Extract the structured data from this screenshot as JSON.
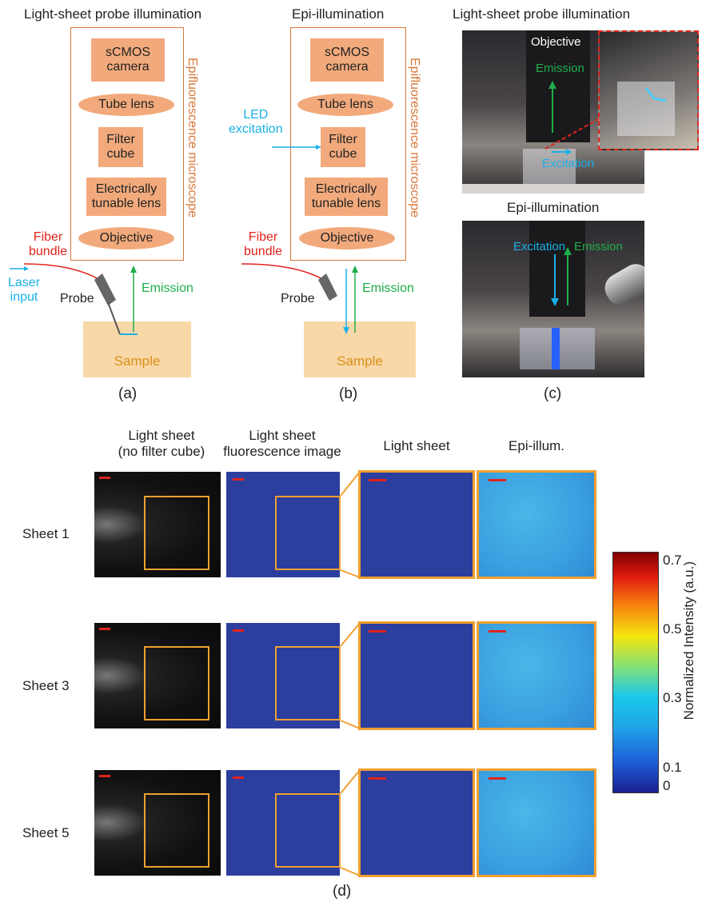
{
  "panel_a": {
    "title": "Light-sheet probe illumination",
    "components": [
      "sCMOS\ncamera",
      "Tube lens",
      "Filter\ncube",
      "Electrically\ntunable lens",
      "Objective"
    ],
    "microscope_label": "Epifluorescence microscope",
    "fiber_label": "Fiber\nbundle",
    "laser_label": "Laser\ninput",
    "probe_label": "Probe",
    "emission_label": "Emission",
    "sample_label": "Sample",
    "letter": "(a)"
  },
  "panel_b": {
    "title": "Epi-illumination",
    "components": [
      "sCMOS\ncamera",
      "Tube lens",
      "Filter\ncube",
      "Electrically\ntunable lens",
      "Objective"
    ],
    "microscope_label": "Epifluorescence microscope",
    "led_label": "LED\nexcitation",
    "fiber_label": "Fiber\nbundle",
    "probe_label": "Probe",
    "emission_label": "Emission",
    "sample_label": "Sample",
    "letter": "(b)"
  },
  "panel_c": {
    "title_top": "Light-sheet probe illumination",
    "objective_label": "Objective",
    "emission_label": "Emission",
    "excitation_label": "Excitation",
    "title_bottom": "Epi-illumination",
    "excitation_label_2": "Excitation",
    "emission_label_2": "Emission",
    "letter": "(c)"
  },
  "panel_d": {
    "columns": [
      "Light sheet\n(no filter cube)",
      "Light sheet\nfluorescence image",
      "Light sheet",
      "Epi-illum."
    ],
    "rows": [
      "Sheet 1",
      "Sheet 3",
      "Sheet 5"
    ],
    "colorbar": {
      "label": "Normalized Intensity (a.u.)",
      "ticks": [
        "0.7",
        "0.5",
        "0.3",
        "0.1",
        "0"
      ]
    },
    "letter": "(d)"
  },
  "colors": {
    "orange_frame": "#f0a030",
    "component_fill": "#f2aa7c",
    "scope_border": "#d9773a",
    "fiber_red": "#e0231c",
    "excitation_blue": "#1ab0e8",
    "emission_green": "#1fae4a"
  }
}
